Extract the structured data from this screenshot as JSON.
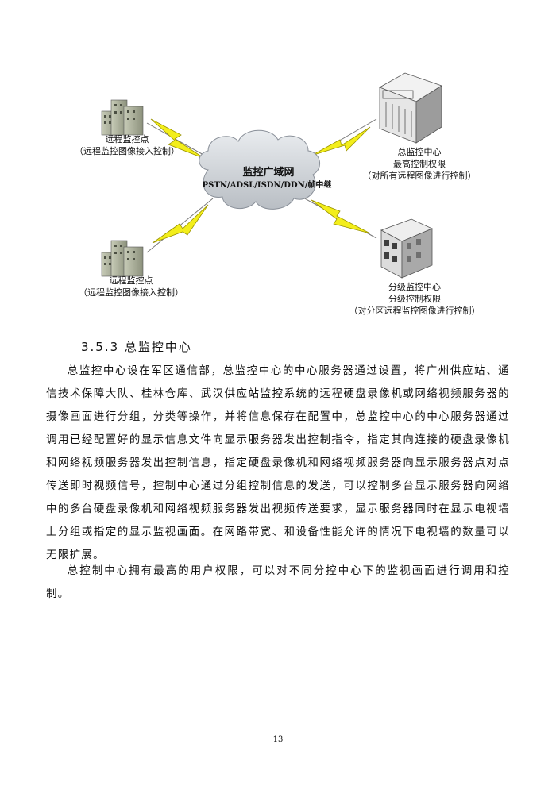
{
  "diagram": {
    "cloud": {
      "title": "监控广域网",
      "subtitle": "PSTN/ADSL/ISDN/DDN/帧中继"
    },
    "remote_site_top": {
      "line1": "远程监控点",
      "line2": "（远程监控图像接入控制）"
    },
    "remote_site_bottom": {
      "line1": "远程监控点",
      "line2": "（远程监控图像接入控制）"
    },
    "main_center": {
      "line1": "总监控中心",
      "line2": "最高控制权限",
      "line3": "（对所有远程图像进行控制）"
    },
    "branch_center": {
      "line1": "分级监控中心",
      "line2": "分级控制权限",
      "line3": "（对分区远程监控图像进行控制）"
    }
  },
  "section": {
    "heading": "3.5.3 总监控中心",
    "paragraphs": [
      "总监控中心设在军区通信部，总监控中心的中心服务器通过设置，将广州供应站、通信技术保障大队、桂林仓库、武汉供应站监控系统的远程硬盘录像机或网络视频服务器的摄像画面进行分组，分类等操作，并将信息保存在配置中，总监控中心的中心服务器通过调用已经配置好的显示信息文件向显示服务器发出控制指令，指定其向连接的硬盘录像机和网络视频服务器发出控制信息，指定硬盘录像机和网络视频服务器向显示服务器点对点传送即时视频信号，控制中心通过分组控制信息的发送，可以控制多台显示服务器向网络中的多台硬盘录像机和网络视频服务器发出视频传送要求，显示服务器同时在显示电视墙上分组或指定的显示监视画面。在网路带宽、和设备性能允许的情况下电视墙的数量可以无限扩展。",
      "总控制中心拥有最高的用户权限，可以对不同分控中心下的监视画面进行调用和控制。"
    ]
  },
  "page_number": "13"
}
